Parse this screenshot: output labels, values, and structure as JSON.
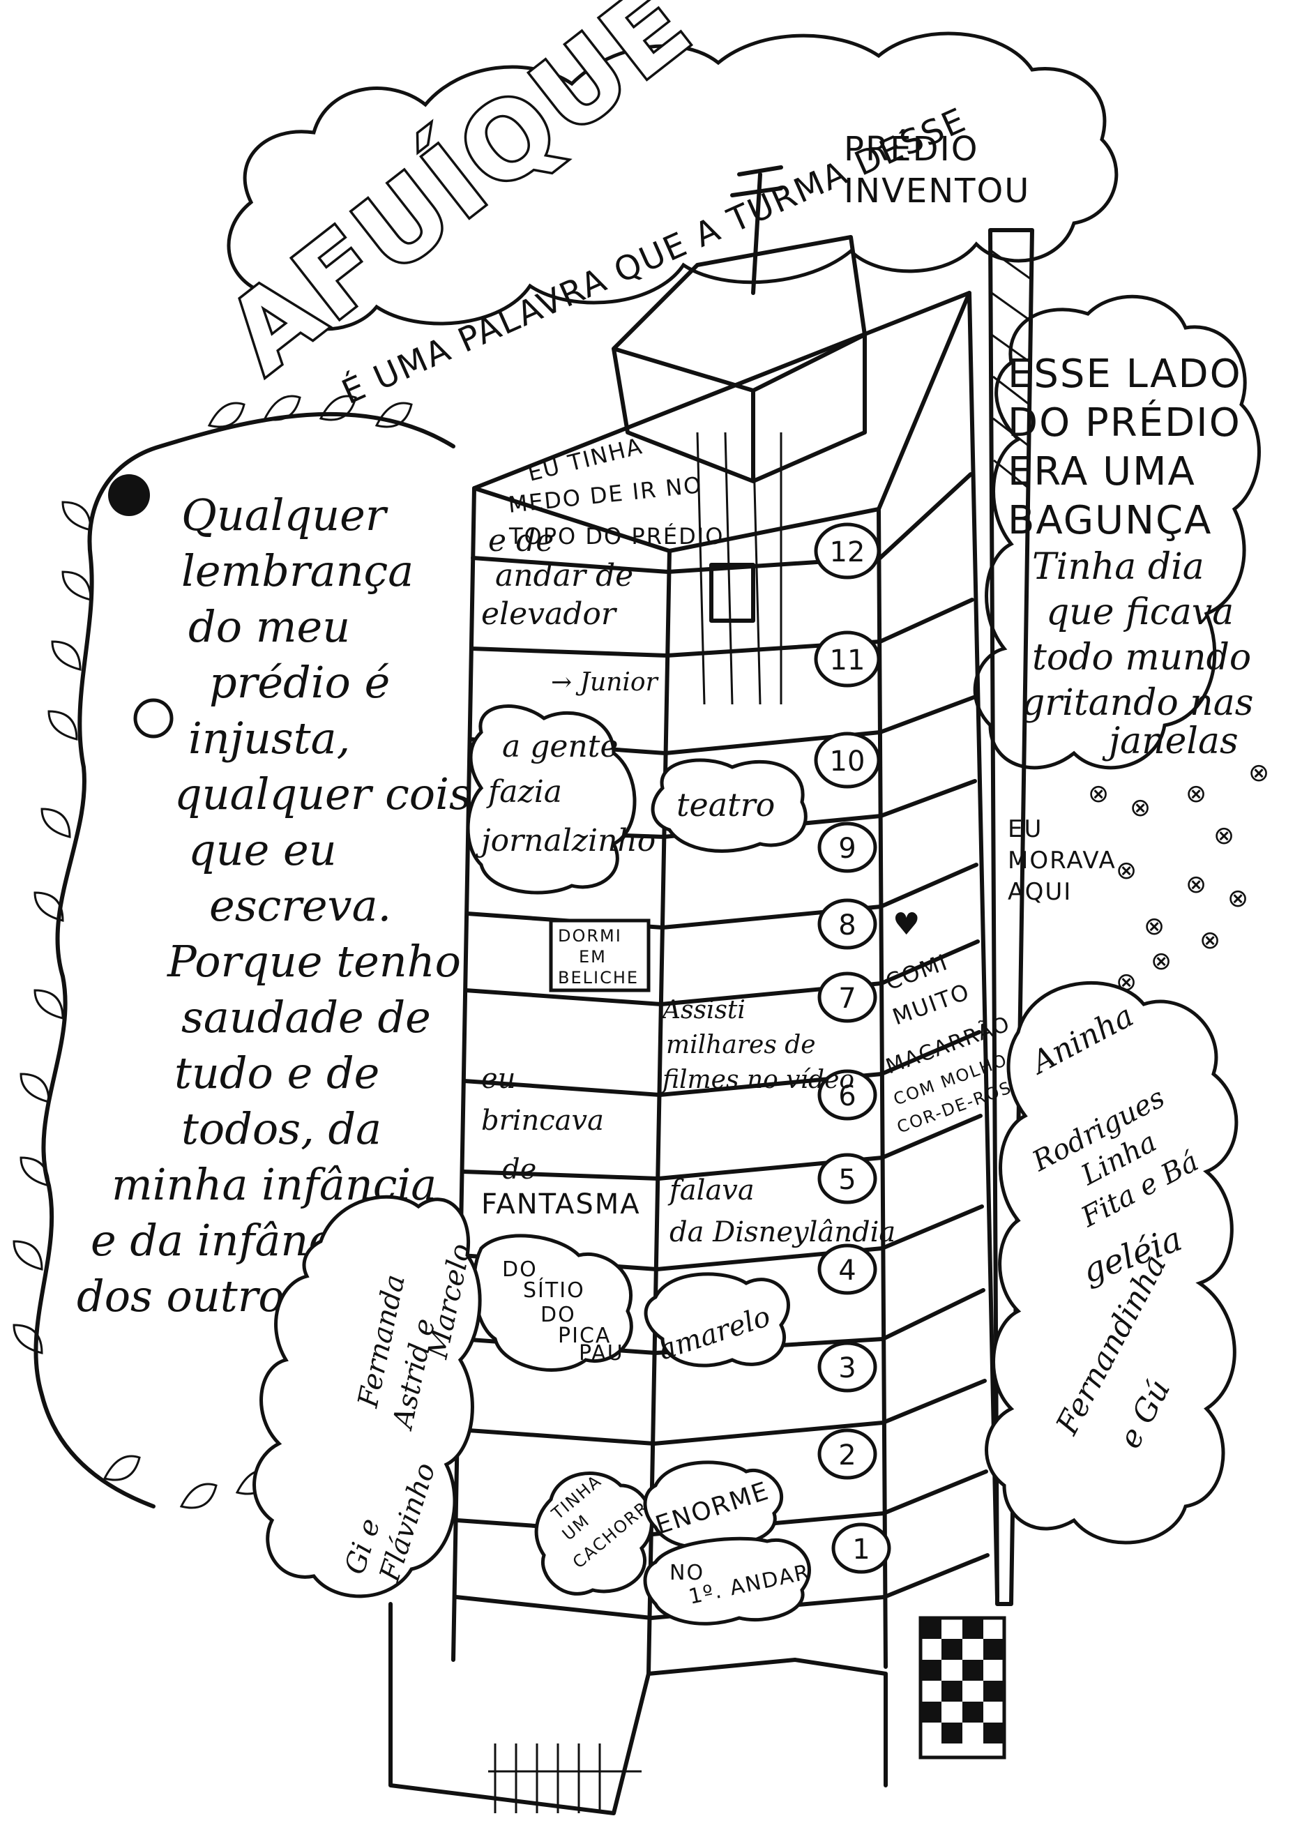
{
  "title": {
    "main": "AFUÍQUE",
    "line1": "É UMA PALAVRA QUE A TURMA DESSE",
    "line2": "PRÉDIO",
    "line3": "INVENTOU"
  },
  "left_text": {
    "lines": [
      "Qualquer",
      "lembrança",
      "do meu",
      "prédio é",
      "injusta,",
      "qualquer coisa",
      "que eu",
      "escreva.",
      "Porque tenho",
      "saudade de",
      "tudo e de",
      "todos, da",
      "minha infância",
      "e da infância",
      "dos outros."
    ]
  },
  "right_text": {
    "block_lines": [
      "ESSE LADO",
      "DO PRÉDIO",
      "ERA UMA",
      "BAGUNÇA"
    ],
    "hand_lines": [
      "Tinha dia",
      "que ficava",
      "todo mundo",
      "gritando nas",
      "janelas"
    ]
  },
  "floors": [
    "12",
    "11",
    "10",
    "9",
    "8",
    "7",
    "6",
    "5",
    "4",
    "3",
    "2",
    "1"
  ],
  "notes": {
    "top_roof": [
      "EU TINHA",
      "MEDO DE IR NO",
      "TOPO DO PRÉDIO"
    ],
    "elevator": [
      "e de",
      "andar de",
      "elevador"
    ],
    "junior": "→ Junior",
    "jornal": [
      "a gente",
      "fazia",
      "jornalzinho"
    ],
    "teatro": "teatro",
    "beliche": [
      "DORMI",
      "EM",
      "BELICHE"
    ],
    "filmes": [
      "Assisti",
      "milhares de",
      "filmes no vídeo"
    ],
    "fantasma": [
      "eu",
      "brincava",
      "de",
      "FANTASMA"
    ],
    "disney": [
      "falava",
      "da Disneylândia"
    ],
    "sitio": [
      "DO",
      "SÍTIO",
      "DO",
      "PICA",
      "PAU"
    ],
    "amarelo": "amarelo",
    "cachorro": [
      "TINHA",
      "UM",
      "CACHORRO"
    ],
    "enorme": "ENORME",
    "primeiro": [
      "NO",
      "1º. ANDAR"
    ],
    "morava": [
      "EU",
      "MORAVA",
      "AQUI"
    ],
    "macarrao": [
      "COMI",
      "MUITO",
      "MACARRÃO",
      "COM MOLHO",
      "COR-DE-ROSA"
    ],
    "anica": [
      "Aninha",
      "Rodrigues",
      "Linha",
      "Fita e Bá"
    ],
    "geleia": "geléia",
    "fernandinha": [
      "Fernandinha",
      "e Gú"
    ],
    "fernanda": [
      "Fernanda",
      "Astrid e",
      "Marcelo"
    ],
    "gi": [
      "Gi e",
      "Flávinho"
    ]
  },
  "colors": {
    "ink": "#111111",
    "paper": "#ffffff"
  }
}
